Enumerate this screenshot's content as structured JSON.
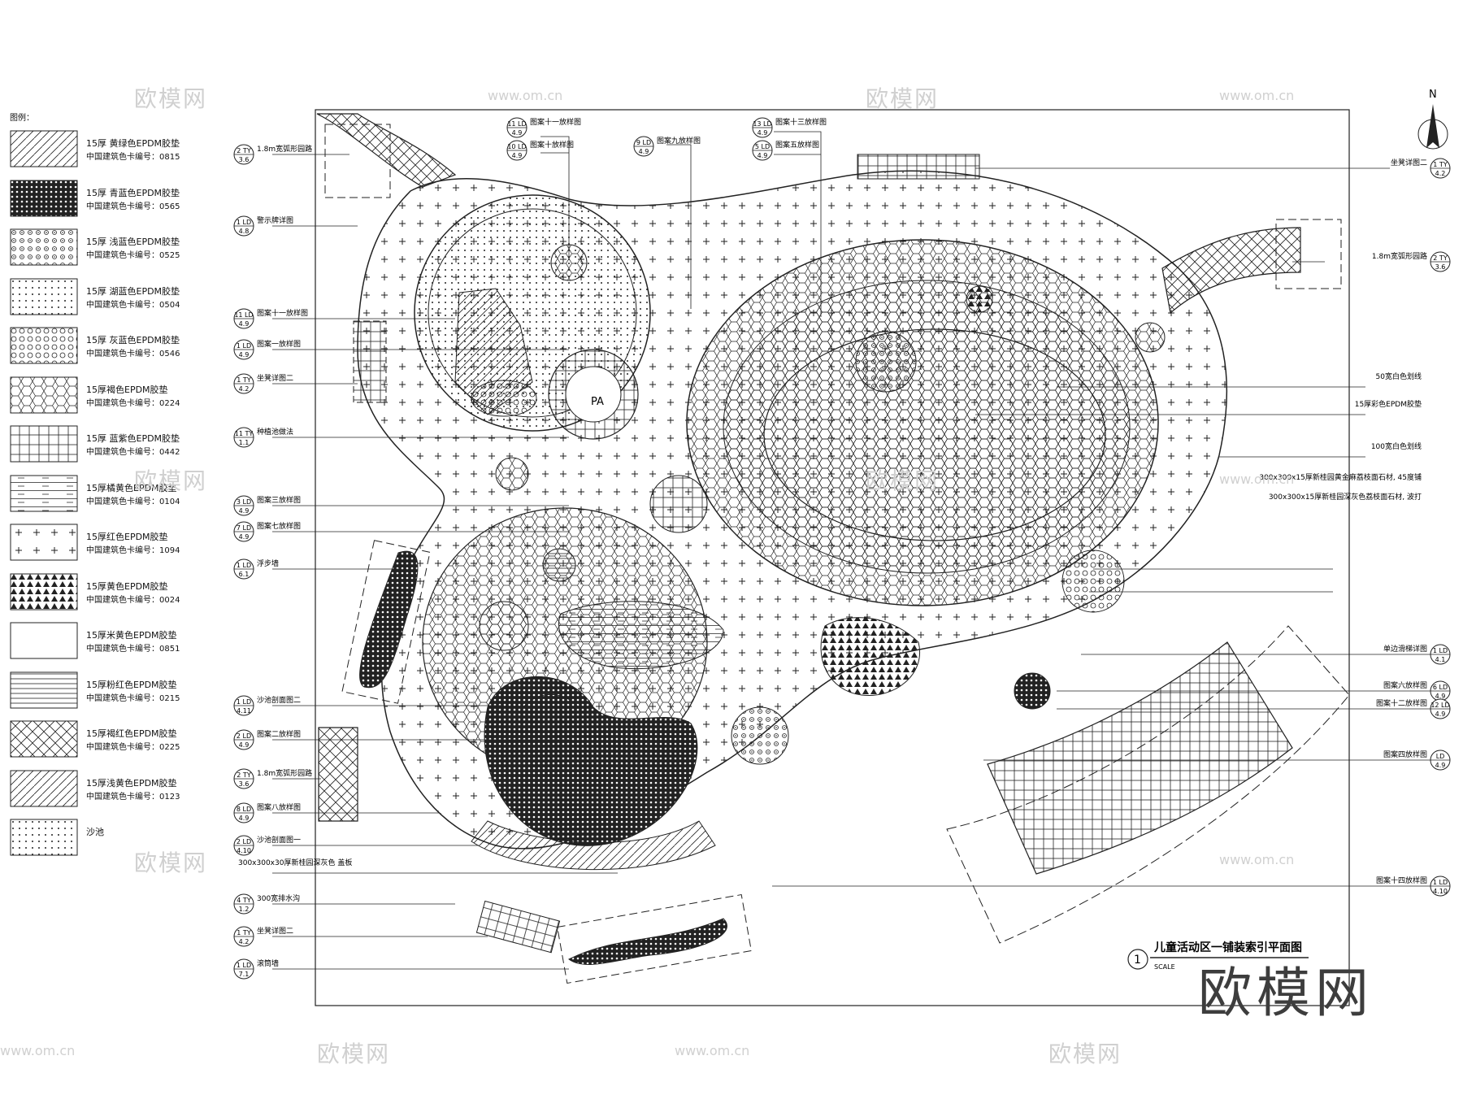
{
  "legend": {
    "title": "图例：",
    "items": [
      {
        "name": "15厚 黄绿色EPDM胶垫",
        "code": "中国建筑色卡编号：0815",
        "pattern": "dash"
      },
      {
        "name": "15厚 青蓝色EPDM胶垫",
        "code": "中国建筑色卡编号：0565",
        "pattern": "dark"
      },
      {
        "name": "15厚 浅蓝色EPDM胶垫",
        "code": "中国建筑色卡编号：0525",
        "pattern": "circles"
      },
      {
        "name": "15厚 湖蓝色EPDM胶垫",
        "code": "中国建筑色卡编号：0504",
        "pattern": "dots"
      },
      {
        "name": "15厚 灰蓝色EPDM胶垫",
        "code": "中国建筑色卡编号：0546",
        "pattern": "rings"
      },
      {
        "name": "15厚褐色EPDM胶垫",
        "code": "中国建筑色卡编号：0224",
        "pattern": "hex"
      },
      {
        "name": "15厚 蓝紫色EPDM胶垫",
        "code": "中国建筑色卡编号：0442",
        "pattern": "squares"
      },
      {
        "name": "15厚橘黄色EPDM胶垫",
        "code": "中国建筑色卡编号：0104",
        "pattern": "planks"
      },
      {
        "name": "15厚红色EPDM胶垫",
        "code": "中国建筑色卡编号：1094",
        "pattern": "sparse"
      },
      {
        "name": "15厚黄色EPDM胶垫",
        "code": "中国建筑色卡编号：0024",
        "pattern": "triangles"
      },
      {
        "name": "15厚米黄色EPDM胶垫",
        "code": "中国建筑色卡编号：0851",
        "pattern": "blank"
      },
      {
        "name": "15厚粉红色EPDM胶垫",
        "code": "中国建筑色卡编号：0215",
        "pattern": "hlines"
      },
      {
        "name": "15厚褐红色EPDM胶垫",
        "code": "中国建筑色卡编号：0225",
        "pattern": "zigzag"
      },
      {
        "name": "15厚浅黄色EPDM胶垫",
        "code": "中国建筑色卡编号：0123",
        "pattern": "diag"
      },
      {
        "name": "沙池",
        "code": "",
        "pattern": "sand"
      }
    ]
  },
  "left_callouts": [
    {
      "num": "2",
      "ref": "TY",
      "sheet": "3.6",
      "text": "1.8m宽弧形园路"
    },
    {
      "num": "1",
      "ref": "LD",
      "sheet": "4.8",
      "text": "警示牌详图"
    },
    {
      "num": "11",
      "ref": "LD",
      "sheet": "4.9",
      "text": "图案十一放样图"
    },
    {
      "num": "1",
      "ref": "LD",
      "sheet": "4.9",
      "text": "图案一放样图"
    },
    {
      "num": "1",
      "ref": "TY",
      "sheet": "4.2",
      "text": "坐凳详图二"
    },
    {
      "num": "11",
      "ref": "TY",
      "sheet": "1.1",
      "text": "种植池做法"
    },
    {
      "num": "3",
      "ref": "LD",
      "sheet": "4.9",
      "text": "图案三放样图"
    },
    {
      "num": "7",
      "ref": "LD",
      "sheet": "4.9",
      "text": "图案七放样图"
    },
    {
      "num": "1",
      "ref": "LD",
      "sheet": "6.1",
      "text": "浮步墙"
    },
    {
      "num": "1",
      "ref": "LD",
      "sheet": "4.11",
      "text": "沙池剖面图二"
    },
    {
      "num": "2",
      "ref": "LD",
      "sheet": "4.9",
      "text": "图案二放样图"
    },
    {
      "num": "2",
      "ref": "TY",
      "sheet": "3.6",
      "text": "1.8m宽弧形园路"
    },
    {
      "num": "8",
      "ref": "LD",
      "sheet": "4.9",
      "text": "图案八放样图"
    },
    {
      "num": "2",
      "ref": "LD",
      "sheet": "4.10",
      "text": "沙池剖面图一"
    },
    {
      "num": "",
      "ref": "",
      "sheet": "",
      "text": "300x300x30厚新桂园深灰色 盖板"
    },
    {
      "num": "4",
      "ref": "TY",
      "sheet": "1.2",
      "text": "300宽排水沟"
    },
    {
      "num": "1",
      "ref": "TY",
      "sheet": "4.2",
      "text": "坐凳详图二"
    },
    {
      "num": "1",
      "ref": "LD",
      "sheet": "7.1",
      "text": "滚筒墙"
    }
  ],
  "top_callouts": [
    {
      "num": "11",
      "ref": "LD",
      "sheet": "4.9",
      "text": "图案十一放样图"
    },
    {
      "num": "10",
      "ref": "LD",
      "sheet": "4.9",
      "text": "图案十放样图"
    },
    {
      "num": "9",
      "ref": "LD",
      "sheet": "4.9",
      "text": "图案九放样图"
    },
    {
      "num": "13",
      "ref": "LD",
      "sheet": "4.9",
      "text": "图案十三放样图"
    },
    {
      "num": "5",
      "ref": "LD",
      "sheet": "4.9",
      "text": "图案五放样图"
    }
  ],
  "right_callouts": [
    {
      "num": "1",
      "ref": "TY",
      "sheet": "4.2",
      "text": "坐凳详图二"
    },
    {
      "num": "2",
      "ref": "TY",
      "sheet": "3.6",
      "text": "1.8m宽弧形园路"
    },
    {
      "num": "",
      "ref": "",
      "sheet": "",
      "text": "50宽白色划线"
    },
    {
      "num": "",
      "ref": "",
      "sheet": "",
      "text": "15厚彩色EPDM胶垫"
    },
    {
      "num": "",
      "ref": "",
      "sheet": "",
      "text": "100宽白色划线"
    },
    {
      "num": "",
      "ref": "",
      "sheet": "",
      "text": "300x300x15厚新桂园黄金麻荔枝面石材, 45度铺"
    },
    {
      "num": "",
      "ref": "",
      "sheet": "",
      "text": "300x300x15厚新桂园深灰色荔枝面石材, 波打"
    },
    {
      "num": "1",
      "ref": "LD",
      "sheet": "4.1",
      "text": "单边滑梯详图"
    },
    {
      "num": "6",
      "ref": "LD",
      "sheet": "4.9",
      "text": "图案六放样图"
    },
    {
      "num": "12",
      "ref": "LD",
      "sheet": "4.9",
      "text": "图案十二放样图"
    },
    {
      "num": "",
      "ref": "LD",
      "sheet": "4.9",
      "text": "图案四放样图"
    },
    {
      "num": "1",
      "ref": "LD",
      "sheet": "4.10",
      "text": "图案十四放样图"
    }
  ],
  "plan_labels": {
    "pa": "PA",
    "north": "N"
  },
  "title_block": {
    "number": "1",
    "title": "儿童活动区一铺装索引平面图",
    "scale": "SCALE"
  },
  "watermarks": {
    "brand": "欧模网",
    "url": "www.om.cn",
    "big": "欧模网"
  }
}
